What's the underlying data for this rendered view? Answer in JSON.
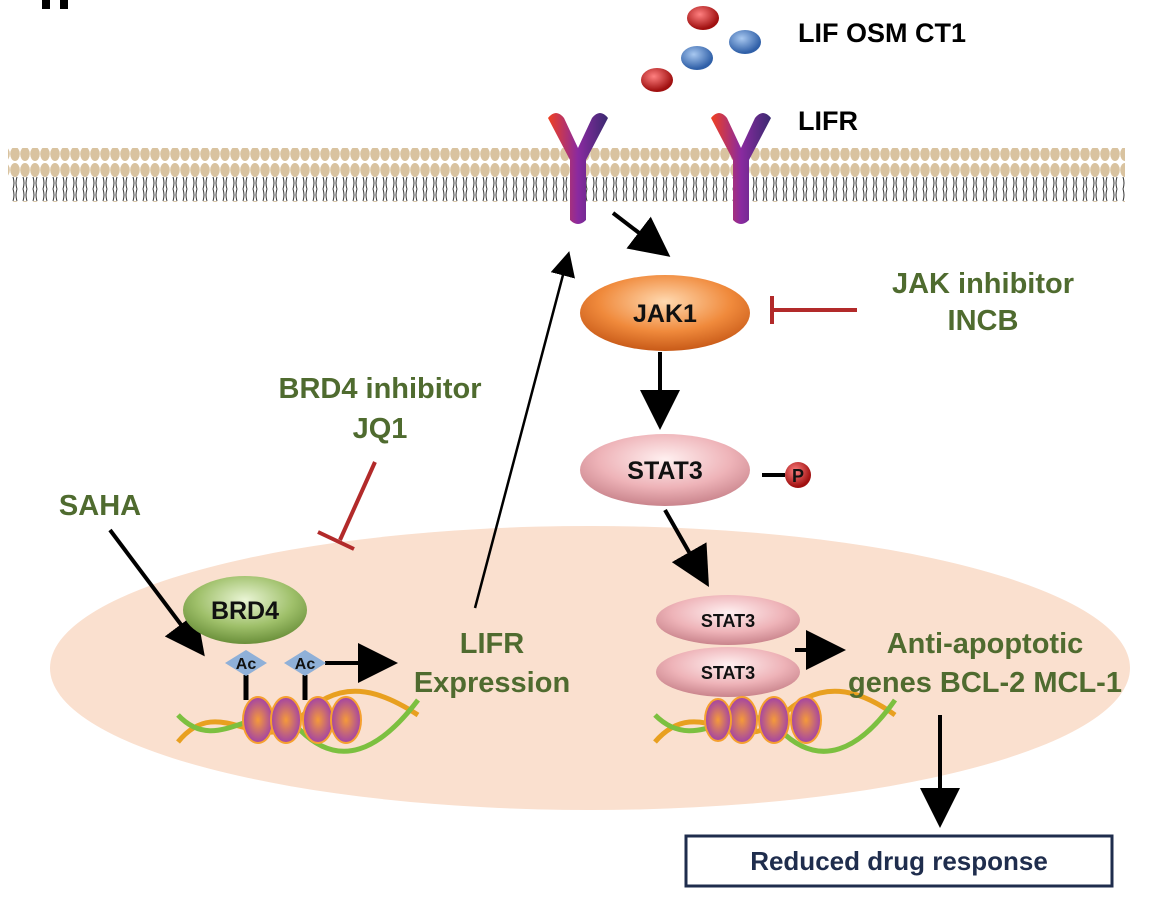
{
  "ligands": {
    "label": "LIF OSM CT1"
  },
  "receptor": {
    "label": "LIFR"
  },
  "nodes": {
    "jak1": "JAK1",
    "stat3": "STAT3",
    "stat3_dimer_top": "STAT3",
    "stat3_dimer_bottom": "STAT3",
    "brd4": "BRD4",
    "ac1": "Ac",
    "ac2": "Ac",
    "phospho": "P"
  },
  "labels": {
    "jak_inhibitor_line1": "JAK inhibitor",
    "jak_inhibitor_line2": "INCB",
    "brd4_inhibitor_line1": "BRD4 inhibitor",
    "brd4_inhibitor_line2": "JQ1",
    "saha": "SAHA",
    "lifr_expression_line1": "LIFR",
    "lifr_expression_line2": "Expression",
    "genes_line1": "Anti-apoptotic",
    "genes_line2": "genes BCL-2 MCL-1",
    "outcome": "Reduced drug response"
  },
  "colors": {
    "inhibitor": "#b22a2a",
    "label_green": "#4f6b2f",
    "nucleus": "#fae0cf",
    "jak1": "#f08a3c",
    "stat3": "#eeb3b8",
    "brd4": "#8fb35a",
    "outcome_border": "#1f2d4d"
  }
}
